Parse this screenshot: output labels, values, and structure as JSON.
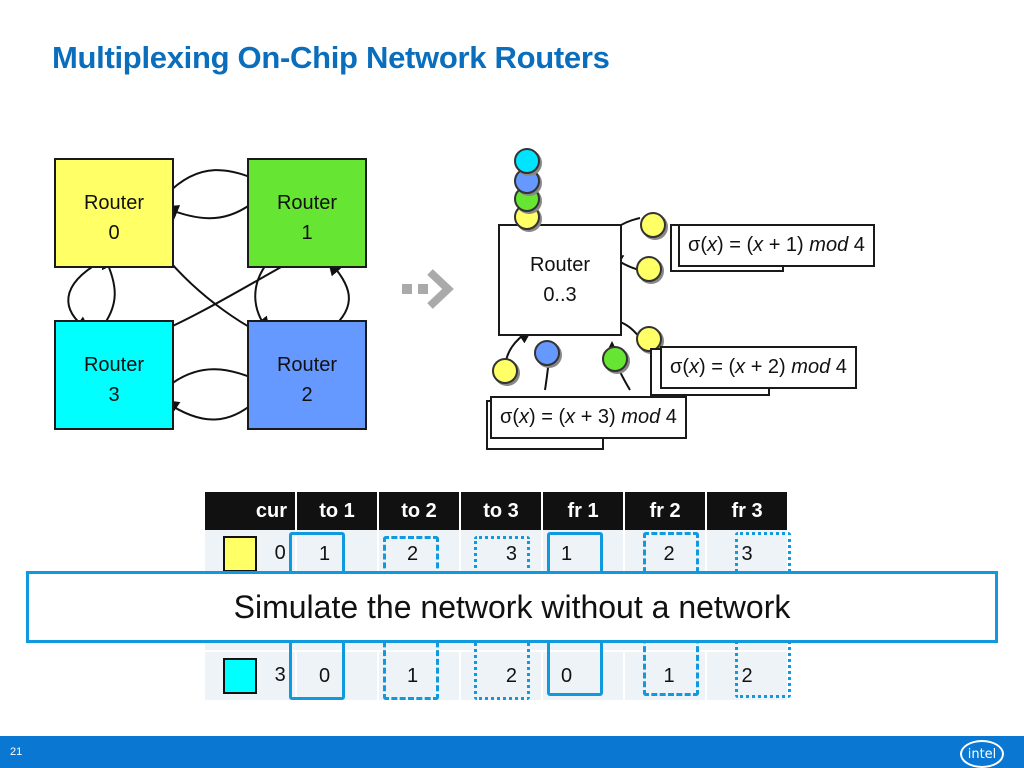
{
  "title": "Multiplexing On-Chip Network Routers",
  "routers": [
    {
      "line1": "Router",
      "line2": "0",
      "color": "#ffff66"
    },
    {
      "line1": "Router",
      "line2": "1",
      "color": "#66e633"
    },
    {
      "line1": "Router",
      "line2": "3",
      "color": "#00ffff"
    },
    {
      "line1": "Router",
      "line2": "2",
      "color": "#6699ff"
    }
  ],
  "mux_router": {
    "line1": "Router",
    "line2": "0..3"
  },
  "permutations": [
    {
      "prefix": "σ(",
      "x": "x",
      "mid1": ") = (",
      "x2": "x",
      "mid2": " + 1) ",
      "mod": "mod",
      "suffix": " 4"
    },
    {
      "prefix": "σ(",
      "x": "x",
      "mid1": ") = (",
      "x2": "x",
      "mid2": " + 2) ",
      "mod": "mod",
      "suffix": " 4"
    },
    {
      "prefix": "σ(",
      "x": "x",
      "mid1": ") = (",
      "x2": "x",
      "mid2": " + 3) ",
      "mod": "mod",
      "suffix": " 4"
    }
  ],
  "ball_colors": {
    "yellow": "#ffff66",
    "green": "#66e633",
    "blue": "#6699ff",
    "cyan": "#00e5ff"
  },
  "table": {
    "headers": [
      "cur",
      "to 1",
      "to 2",
      "to 3",
      "fr 1",
      "fr 2",
      "fr 3"
    ],
    "rows": [
      {
        "cur": "0",
        "cells": [
          "1",
          "2",
          "3",
          "1",
          "2",
          "3"
        ]
      },
      {
        "cur": "3",
        "cells": [
          "0",
          "1",
          "2",
          "0",
          "1",
          "2"
        ]
      }
    ]
  },
  "overlay_text": "Simulate the network without a network",
  "footer": {
    "page": "21",
    "logo": "intel"
  }
}
